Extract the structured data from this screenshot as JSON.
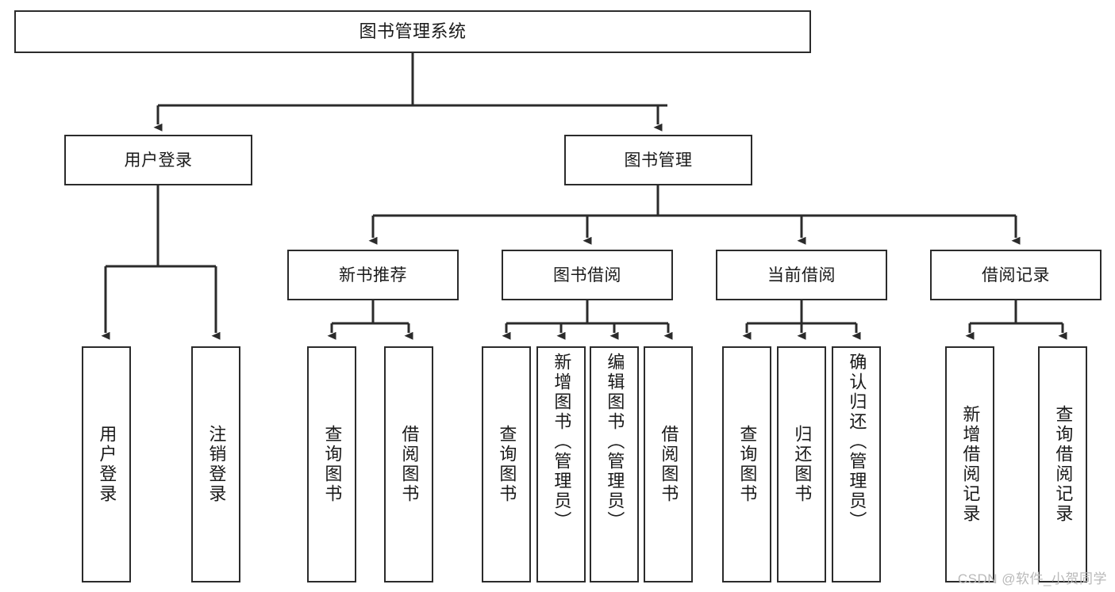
{
  "diagram": {
    "type": "tree-hierarchy",
    "title": "图书管理系统",
    "watermark": "CSDN @软件_小贺同学",
    "colors": {
      "node_border": "#2b2b2b",
      "node_fill": "#ffffff",
      "edge": "#2b2b2b",
      "text": "#1a1a1a",
      "watermark": "#b9b9b9",
      "background": "#ffffff"
    },
    "nodes": {
      "root": {
        "label": "图书管理系统"
      },
      "level2": [
        {
          "id": "user-login",
          "label": "用户登录"
        },
        {
          "id": "book-manage",
          "label": "图书管理"
        }
      ],
      "level3": [
        {
          "id": "new-book-rec",
          "label": "新书推荐"
        },
        {
          "id": "book-borrow",
          "label": "图书借阅"
        },
        {
          "id": "current-borrow",
          "label": "当前借阅"
        },
        {
          "id": "borrow-record",
          "label": "借阅记录"
        }
      ],
      "leaves": [
        {
          "id": "leaf-user-login",
          "label": "用户登录",
          "parent": "user-login"
        },
        {
          "id": "leaf-logout",
          "label": "注销登录",
          "parent": "user-login"
        },
        {
          "id": "leaf-query-book-1",
          "label": "查询图书",
          "parent": "new-book-rec"
        },
        {
          "id": "leaf-borrow-book-1",
          "label": "借阅图书",
          "parent": "new-book-rec"
        },
        {
          "id": "leaf-query-book-2",
          "label": "查询图书",
          "parent": "book-borrow"
        },
        {
          "id": "leaf-add-book",
          "label": "新增图书（管理员）",
          "parent": "book-borrow"
        },
        {
          "id": "leaf-edit-book",
          "label": "编辑图书（管理员）",
          "parent": "book-borrow"
        },
        {
          "id": "leaf-borrow-book-2",
          "label": "借阅图书",
          "parent": "book-borrow"
        },
        {
          "id": "leaf-query-book-3",
          "label": "查询图书",
          "parent": "current-borrow"
        },
        {
          "id": "leaf-return-book",
          "label": "归还图书",
          "parent": "current-borrow"
        },
        {
          "id": "leaf-confirm-return",
          "label": "确认归还（管理员）",
          "parent": "current-borrow"
        },
        {
          "id": "leaf-add-record",
          "label": "新增借阅记录",
          "parent": "borrow-record"
        },
        {
          "id": "leaf-query-record",
          "label": "查询借阅记录",
          "parent": "borrow-record"
        }
      ]
    }
  }
}
